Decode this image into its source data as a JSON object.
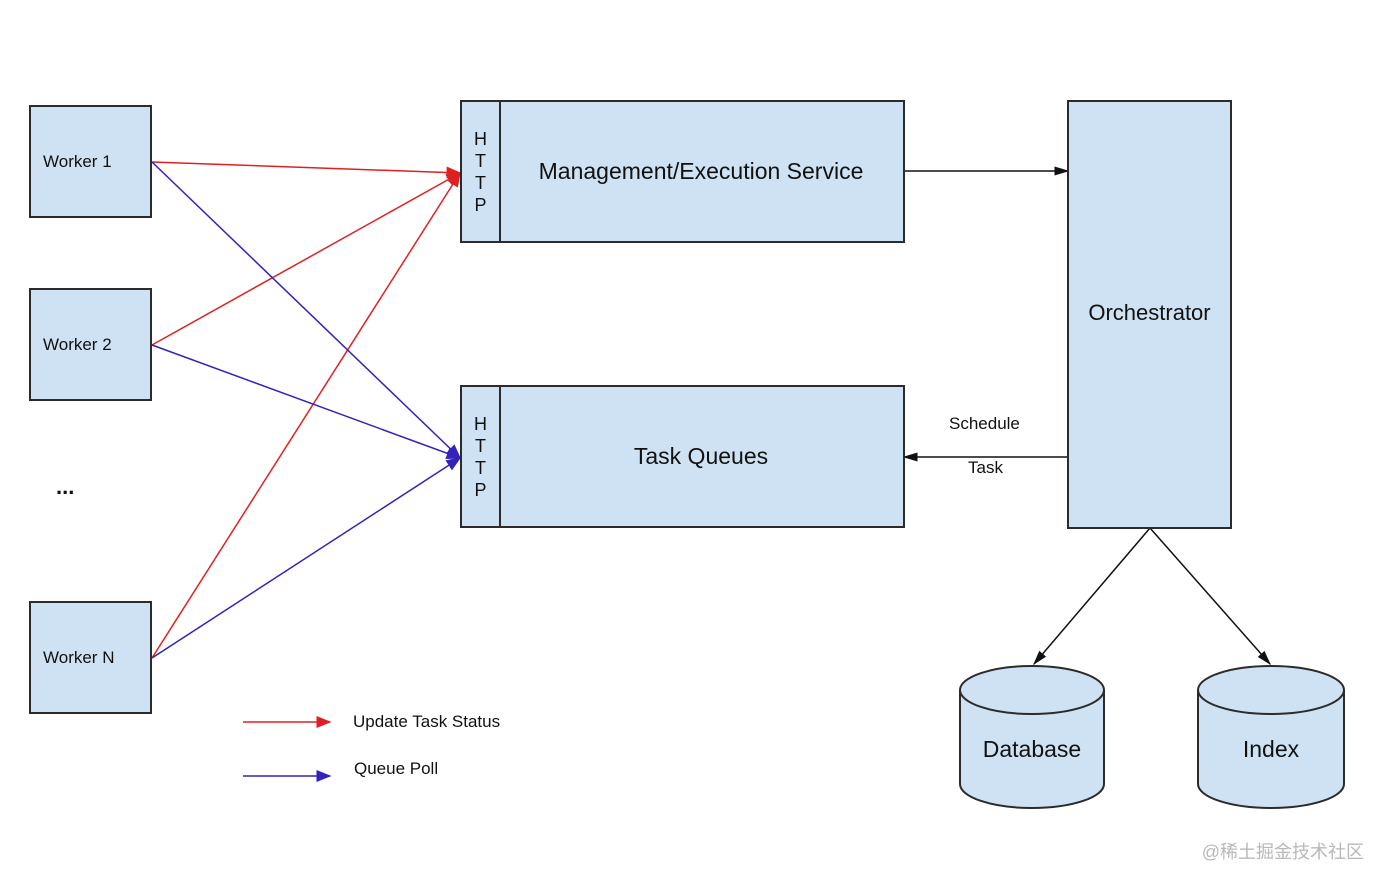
{
  "workers": [
    {
      "label": "Worker 1"
    },
    {
      "label": "Worker 2"
    },
    {
      "label": "Worker N"
    }
  ],
  "ellipsis": "...",
  "http_label": "HTTP",
  "services": {
    "management": "Management/Execution Service",
    "task_queues": "Task Queues"
  },
  "orchestrator": "Orchestrator",
  "schedule_label": {
    "line1": "Schedule",
    "line2": "Task"
  },
  "stores": {
    "database": "Database",
    "index": "Index"
  },
  "legend": {
    "update": "Update Task Status",
    "poll": "Queue Poll"
  },
  "colors": {
    "box_fill": "#cfe2f3",
    "update_line": "#e02020",
    "poll_line": "#3322bb",
    "border": "#2b2b2b"
  },
  "watermark": "@稀土掘金技术社区"
}
